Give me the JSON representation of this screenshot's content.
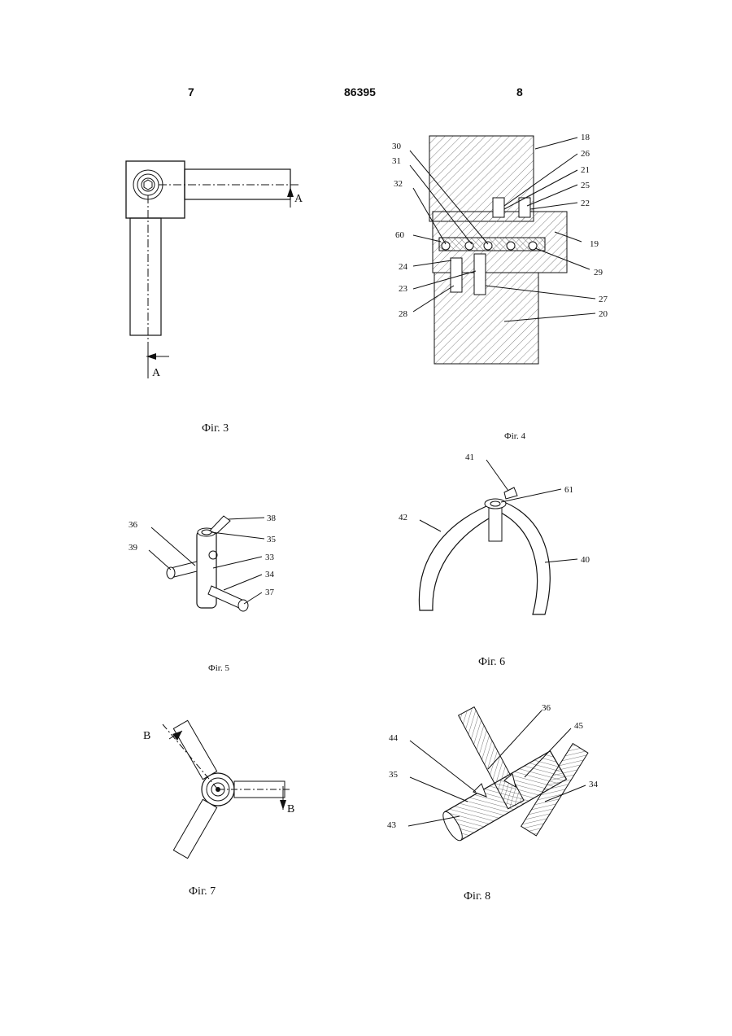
{
  "header": {
    "left_page": "7",
    "patent_number": "86395",
    "right_page": "8"
  },
  "figures": [
    {
      "id": "fig3",
      "caption": "Фіг. 3",
      "section_labels": [
        "A",
        "A"
      ]
    },
    {
      "id": "fig4",
      "caption": "Фіг. 4",
      "labels": [
        "18",
        "26",
        "21",
        "25",
        "22",
        "30",
        "31",
        "32",
        "60",
        "19",
        "24",
        "29",
        "23",
        "27",
        "28",
        "20"
      ]
    },
    {
      "id": "fig5",
      "caption": "Фіг. 5",
      "labels": [
        "36",
        "38",
        "35",
        "39",
        "33",
        "34",
        "37"
      ]
    },
    {
      "id": "fig6",
      "caption": "Фіг. 6",
      "labels": [
        "41",
        "61",
        "42",
        "40"
      ]
    },
    {
      "id": "fig7",
      "caption": "Фіг. 7",
      "section_labels": [
        "B",
        "B"
      ]
    },
    {
      "id": "fig8",
      "caption": "Фіг. 8",
      "labels": [
        "36",
        "45",
        "44",
        "35",
        "34",
        "43"
      ]
    }
  ]
}
